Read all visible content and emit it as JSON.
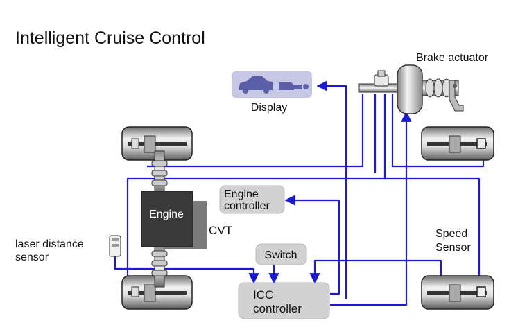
{
  "title": "Intelligent Cruise Control",
  "labels": {
    "brake_actuator": "Brake actuator",
    "display": "Display",
    "engine_controller_line1": "Engine",
    "engine_controller_line2": "controller",
    "engine": "Engine",
    "cvt": "CVT",
    "switch": "Switch",
    "icc_line1": "ICC",
    "icc_line2": "controller",
    "laser_line1": "laser distance",
    "laser_line2": "sensor",
    "speed_line1": "Speed",
    "speed_line2": "Sensor"
  },
  "colors": {
    "wire": "#1a1ad4",
    "box_fill": "#d2d2d2",
    "engine_fill": "#3a3a3a",
    "cvt_fill": "#7a7a7a",
    "display_fill": "#c6c8e6",
    "display_icon": "#5a5fa8"
  }
}
